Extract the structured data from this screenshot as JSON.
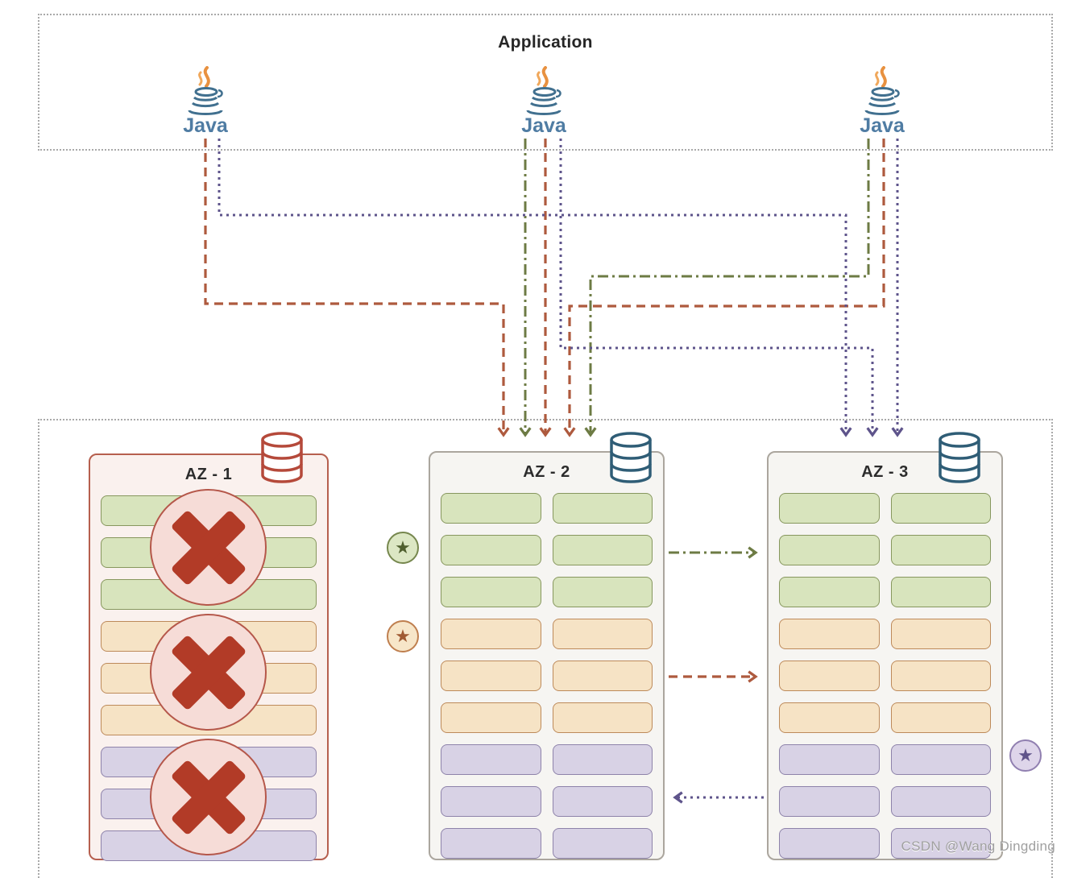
{
  "application": {
    "title": "Application",
    "instances": [
      {
        "id": "java-1",
        "label": "Java"
      },
      {
        "id": "java-2",
        "label": "Java"
      },
      {
        "id": "java-3",
        "label": "Java"
      }
    ]
  },
  "zones": [
    {
      "id": "az-1",
      "title": "AZ - 1",
      "status": "failed",
      "columns": 1,
      "database_icon_color": "#b5493a",
      "failure_marks": 3,
      "row_groups": [
        {
          "color": "green",
          "rows": 3
        },
        {
          "color": "orange",
          "rows": 3
        },
        {
          "color": "purple",
          "rows": 3
        }
      ]
    },
    {
      "id": "az-2",
      "title": "AZ - 2",
      "status": "active",
      "columns": 2,
      "database_icon_color": "#2f5d76",
      "row_groups": [
        {
          "color": "green",
          "rows": 3
        },
        {
          "color": "orange",
          "rows": 3
        },
        {
          "color": "purple",
          "rows": 3
        }
      ]
    },
    {
      "id": "az-3",
      "title": "AZ - 3",
      "status": "active",
      "columns": 2,
      "database_icon_color": "#2f5d76",
      "row_groups": [
        {
          "color": "green",
          "rows": 3
        },
        {
          "color": "orange",
          "rows": 3
        },
        {
          "color": "purple",
          "rows": 3
        }
      ]
    }
  ],
  "badges": [
    {
      "id": "badge-green",
      "symbol": "★",
      "color": "green"
    },
    {
      "id": "badge-orange",
      "symbol": "★",
      "color": "orange"
    },
    {
      "id": "badge-purple",
      "symbol": "★",
      "color": "purple"
    }
  ],
  "connections": [
    {
      "from": "java-1",
      "to": "az-2",
      "color": "red",
      "style": "dashed"
    },
    {
      "from": "java-2",
      "to": "az-2",
      "color": "red",
      "style": "dashed"
    },
    {
      "from": "java-3",
      "to": "az-2",
      "color": "red",
      "style": "dashed"
    },
    {
      "from": "java-2",
      "to": "az-2",
      "color": "green",
      "style": "dash-dot"
    },
    {
      "from": "java-3",
      "to": "az-2",
      "color": "green",
      "style": "dash-dot"
    },
    {
      "from": "java-1",
      "to": "az-3",
      "color": "purple",
      "style": "dotted"
    },
    {
      "from": "java-2",
      "to": "az-3",
      "color": "purple",
      "style": "dotted"
    },
    {
      "from": "java-3",
      "to": "az-3",
      "color": "purple",
      "style": "dotted"
    },
    {
      "from": "az-2",
      "to": "az-3",
      "color": "green",
      "style": "dash-dot"
    },
    {
      "from": "az-2",
      "to": "az-3",
      "color": "red",
      "style": "dashed"
    },
    {
      "from": "az-3",
      "to": "az-2",
      "color": "purple",
      "style": "dotted"
    }
  ],
  "colors": {
    "line_red": "#ae5a3e",
    "line_green": "#6d7b44",
    "line_purple": "#5e548b",
    "row_green_fill": "#d8e4bd",
    "row_green_border": "#87975e",
    "row_orange_fill": "#f6e3c5",
    "row_orange_border": "#bd8a5a",
    "row_purple_fill": "#d8d2e5",
    "row_purple_border": "#8e83aa",
    "failed_zone_fill": "#faf1ee",
    "failed_zone_border": "#b65f4e",
    "zone_fill": "#f6f5f2",
    "zone_border": "#aba69e",
    "failure_x": "#b23b27",
    "java_steam": "#e89140",
    "java_cup": "#41708f"
  },
  "watermark": "CSDN @Wang Dingding"
}
